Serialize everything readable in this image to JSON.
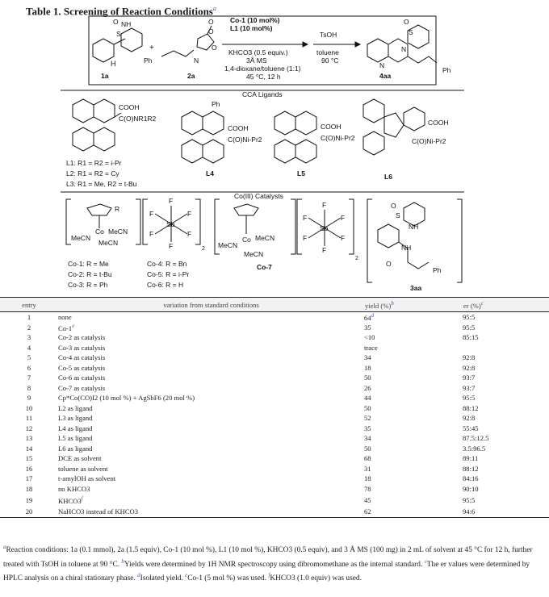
{
  "title": "Table 1. Screening of Reaction Conditions",
  "title_mark": "a",
  "scheme": {
    "reagents": [
      "Co-1 (10 mol%)",
      "L1 (10 mol%)",
      "KHCO3 (0.5 equiv.)",
      "3Å MS",
      "1,4-dioxane/toluene (1:1)",
      "45 °C, 12 h"
    ],
    "second_step": [
      "TsOH",
      "toluene",
      "90 °C"
    ],
    "labels": [
      "1a",
      "2a",
      "4aa"
    ],
    "atoms": [
      "O",
      "S",
      "NH",
      "H",
      "Ph",
      "O",
      "O",
      "N",
      "O",
      "O",
      "S",
      "N",
      "N",
      "Ph",
      "+"
    ],
    "section_ligands": "CCA Ligands",
    "ligand_text": [
      "COOH",
      "C(O)NR1R2",
      "L1: R1 = R2 = i-Pr",
      "L2: R1 = R2 = Cy",
      "L3: R1 = Me, R2 = t-Bu",
      "Ph",
      "COOH",
      "C(O)Ni-Pr2",
      "L4",
      "COOH",
      "C(O)Ni-Pr2",
      "L5",
      "COOH",
      "C(O)Ni-Pr2",
      "L6"
    ],
    "section_catalysts": "Co(III) Catalysts",
    "catalyst_text": [
      "R",
      "Co",
      "MeCN",
      "MeCN",
      "MeCN",
      "F",
      "F",
      "F",
      "F",
      "F",
      "F",
      "Sb",
      "2",
      "Co-1: R = Me",
      "Co-2: R = t-Bu",
      "Co-3: R = Ph",
      "Co-4: R = Bn",
      "Co-5: R = i-Pr",
      "Co-6: R = H",
      "Co",
      "MeCN",
      "MeCN",
      "MeCN",
      "F",
      "F",
      "F",
      "F",
      "F",
      "F",
      "Sb",
      "2",
      "Co-7",
      "O",
      "S",
      "NH",
      "NH",
      "O",
      "Ph",
      "3aa"
    ]
  },
  "table": {
    "headers": {
      "entry": "entry",
      "variation": "variation from standard conditions",
      "yield": "yield (%)",
      "yield_mark": "b",
      "er": "er (%)",
      "er_mark": "c"
    },
    "rows": [
      {
        "entry": "1",
        "variation": "none",
        "yield": "64",
        "mark": "d",
        "er": "95:5"
      },
      {
        "entry": "2",
        "variation": "Co-1",
        "vmark": "e",
        "yield": "35",
        "er": "95:5"
      },
      {
        "entry": "3",
        "variation": "Co-2 as catalysis",
        "yield": "<10",
        "er": "85:15"
      },
      {
        "entry": "4",
        "variation": "Co-3 as catalysis",
        "yield": "trace",
        "er": ""
      },
      {
        "entry": "5",
        "variation": "Co-4 as catalysis",
        "yield": "34",
        "er": "92:8"
      },
      {
        "entry": "6",
        "variation": "Co-5 as catalysis",
        "yield": "18",
        "er": "92:8"
      },
      {
        "entry": "7",
        "variation": "Co-6 as catalysis",
        "yield": "50",
        "er": "93:7"
      },
      {
        "entry": "8",
        "variation": "Co-7 as catalysis",
        "yield": "26",
        "er": "93:7"
      },
      {
        "entry": "9",
        "variation": "Cp*Co(CO)I2 (10 mol %) + AgSbF6 (20 mol %)",
        "yield": "44",
        "er": "95:5"
      },
      {
        "entry": "10",
        "variation": "L2 as ligand",
        "yield": "50",
        "er": "88:12"
      },
      {
        "entry": "11",
        "variation": "L3 as ligand",
        "yield": "52",
        "er": "92:8"
      },
      {
        "entry": "12",
        "variation": "L4 as ligand",
        "yield": "35",
        "er": "55:45"
      },
      {
        "entry": "13",
        "variation": "L5 as ligand",
        "yield": "34",
        "er": "87.5:12.5"
      },
      {
        "entry": "14",
        "variation": "L6 as ligand",
        "yield": "50",
        "er": "3.5:96.5"
      },
      {
        "entry": "15",
        "variation": "DCE as solvent",
        "yield": "68",
        "er": "89:11"
      },
      {
        "entry": "16",
        "variation": "toluene as solvent",
        "yield": "31",
        "er": "88:12"
      },
      {
        "entry": "17",
        "variation": "t-amylOH as solvent",
        "yield": "18",
        "er": "84:16"
      },
      {
        "entry": "18",
        "variation": "no KHCO3",
        "yield": "78",
        "er": "90:10"
      },
      {
        "entry": "19",
        "variation": "KHCO3",
        "vmark": "f",
        "yield": "45",
        "er": "95:5"
      },
      {
        "entry": "20",
        "variation": "NaHCO3 instead of KHCO3",
        "yield": "62",
        "er": "94:6"
      }
    ]
  },
  "footnotes": {
    "a": "a",
    "a_text": "Reaction conditions: 1a (0.1 mmol), 2a (1.5 equiv), Co-1 (10 mol %), L1 (10 mol %), KHCO3 (0.5 equiv), and 3 Å MS (100 mg) in 2 mL of solvent at 45 °C for 12 h, further treated with TsOH in toluene at 90 °C.",
    "b": "b",
    "b_text": "Yields were determined by 1H NMR spectroscopy using dibromomethane as the internal standard.",
    "c": "c",
    "c_text": "The er values were determined by HPLC analysis on a chiral stationary phase.",
    "d": "d",
    "d_text": "Isolated yield.",
    "e": "e",
    "e_text": "Co-1 (5 mol %) was used.",
    "f": "f",
    "f_text": "KHCO3 (1.0 equiv) was used."
  }
}
